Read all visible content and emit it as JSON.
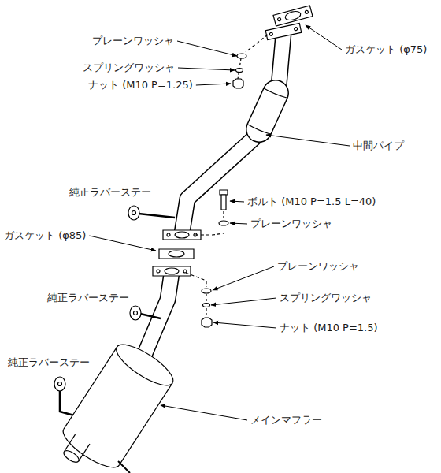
{
  "diagram": {
    "labels": [
      "ガスケット (φ75)",
      "プレーンワッシャ",
      "スプリングワッシャ",
      "ナット (M10 P=1.25)",
      "中間パイプ",
      "純正ラバーステー",
      "ボルト (M10 P=1.5 L=40)",
      "プレーンワッシャ",
      "ガスケット (φ85)",
      "プレーンワッシャ",
      "純正ラバーステー",
      "スプリングワッシャ",
      "ナット (M10 P=1.5)",
      "純正ラバーステー",
      "メインマフラー"
    ]
  }
}
